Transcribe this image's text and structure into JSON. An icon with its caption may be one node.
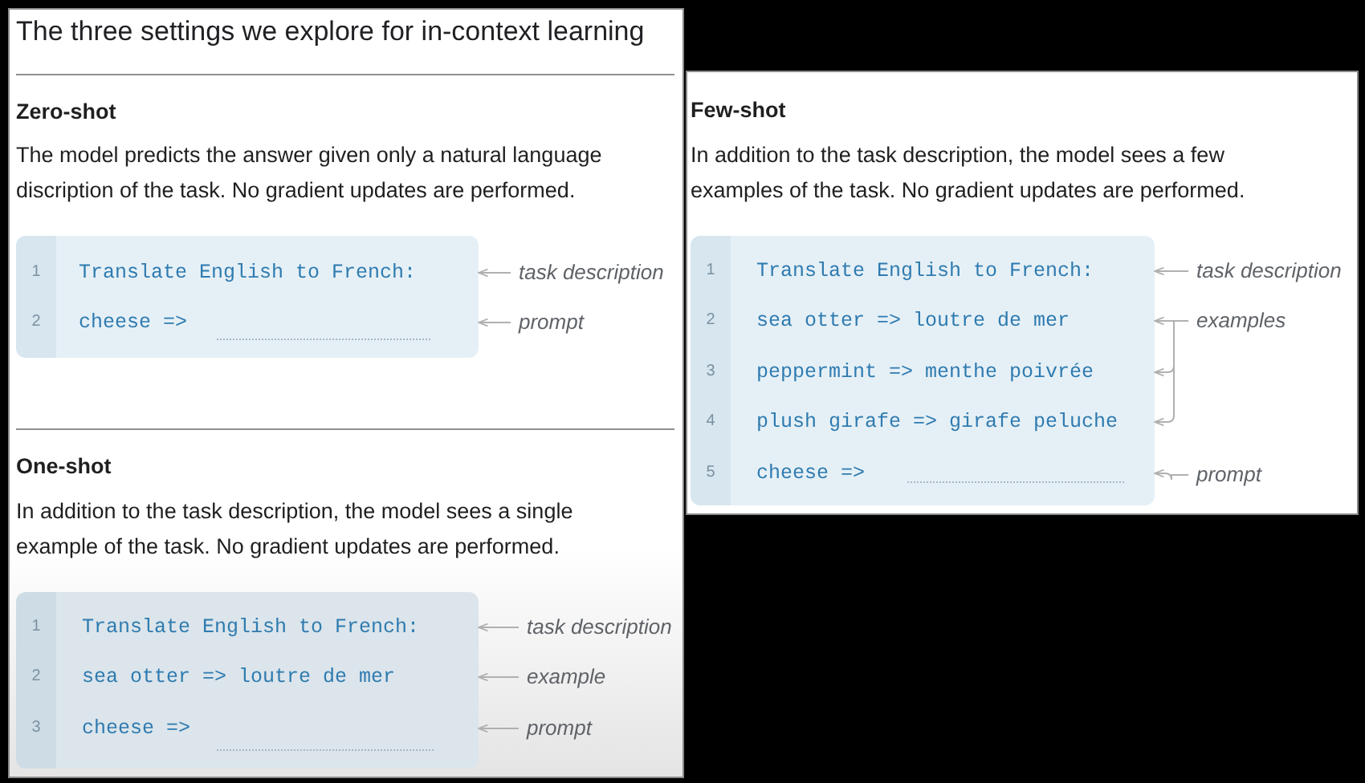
{
  "diagram": {
    "title": "The three settings we explore for in-context learning",
    "nodes": [
      {
        "text": [
          "Zero-shot",
          "The model predicts the answer given only a natural language discription of the task. No gradient updates are performed.",
          "One-shot",
          "In addition to the task description, the model sees a single example of the task. No gradient updates are performed."
        ]
      },
      {
        "text": [],
        "shape": "box",
        "in": 0
      },
      {
        "text": [
          "1",
          "Translate English to French:"
        ],
        "in": 1
      },
      {
        "text": [
          "2",
          "cheese =>"
        ],
        "in": 1
      },
      {
        "text": [
          "task description"
        ],
        "in": 0
      },
      {
        "text": [
          "prompt"
        ],
        "in": 0
      },
      {
        "text": [],
        "shape": "box",
        "in": 0
      },
      {
        "text": [
          "1",
          "Translate English to French:"
        ],
        "in": 6
      },
      {
        "text": [
          "2",
          "sea otter => loutre de mer"
        ],
        "in": 6
      },
      {
        "text": [
          "3",
          "cheese =>"
        ],
        "in": 6
      },
      {
        "text": [
          "task description"
        ],
        "in": 0
      },
      {
        "text": [
          "example"
        ],
        "in": 0
      },
      {
        "text": [
          "prompt"
        ],
        "in": 0
      },
      {
        "text": [
          "Few-shot",
          "In addition to the task description, the model sees a few examples of the task. No gradient updates are performed."
        ]
      },
      {
        "text": [],
        "shape": "box",
        "in": 13
      },
      {
        "text": [
          "1",
          "Translate English to French:"
        ],
        "in": 14
      },
      {
        "text": [
          "2",
          "sea otter => loutre de mer"
        ],
        "in": 14
      },
      {
        "text": [
          "3",
          "peppermint => menthe poivrée"
        ],
        "in": 14
      },
      {
        "text": [
          "4",
          "plush girafe => girafe peluche"
        ],
        "in": 14
      },
      {
        "text": [
          "5",
          "cheese =>"
        ],
        "in": 14
      },
      {
        "text": [
          "task description"
        ],
        "in": 13
      },
      {
        "text": [
          "examples"
        ],
        "in": 13
      },
      {
        "text": [
          "prompt"
        ],
        "in": 13
      }
    ],
    "edges": [
      {
        "from": 4,
        "to": 2,
        "arrow": "to"
      },
      {
        "from": 5,
        "to": 3,
        "arrow": "to"
      },
      {
        "from": 10,
        "to": 7,
        "arrow": "to"
      },
      {
        "from": 11,
        "to": 8,
        "arrow": "to"
      },
      {
        "from": 12,
        "to": 9,
        "arrow": "to"
      },
      {
        "from": 20,
        "to": 15,
        "arrow": "to"
      },
      {
        "from": 21,
        "to": 16,
        "arrow": "to"
      },
      {
        "from": 21,
        "to": 17,
        "arrow": "to"
      },
      {
        "from": 21,
        "to": 18,
        "arrow": "to"
      },
      {
        "from": 22,
        "to": 19,
        "arrow": "to"
      }
    ]
  }
}
